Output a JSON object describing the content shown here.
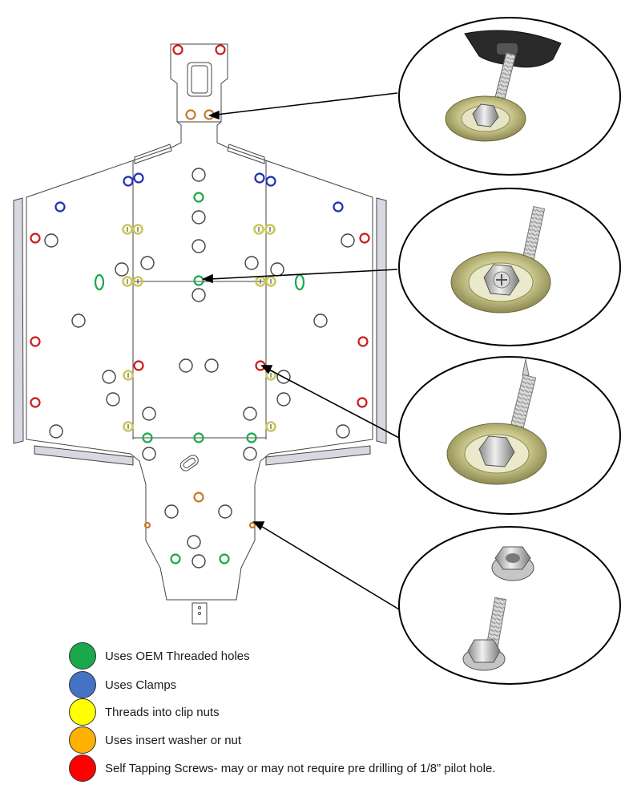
{
  "legend": [
    {
      "color": "#1aa84a",
      "label": "Uses OEM Threaded holes"
    },
    {
      "color": "#4472c4",
      "label": "Uses Clamps"
    },
    {
      "color": "#ffff00",
      "label": "Threads into clip nuts"
    },
    {
      "color": "#ffb000",
      "label": "Uses insert washer or nut"
    },
    {
      "color": "#ff0000",
      "label": "Self Tapping Screws- may or may not require pre drilling of 1/8” pilot hole."
    }
  ],
  "hardware_icons": [
    "tee-clamp-bolt-icon",
    "flange-washer-bolt-icon",
    "self-tapping-screw-icon",
    "flange-nut-and-bolt-icon"
  ],
  "colors": {
    "outline": "#444444",
    "side_panel": "#d8d8e2"
  }
}
